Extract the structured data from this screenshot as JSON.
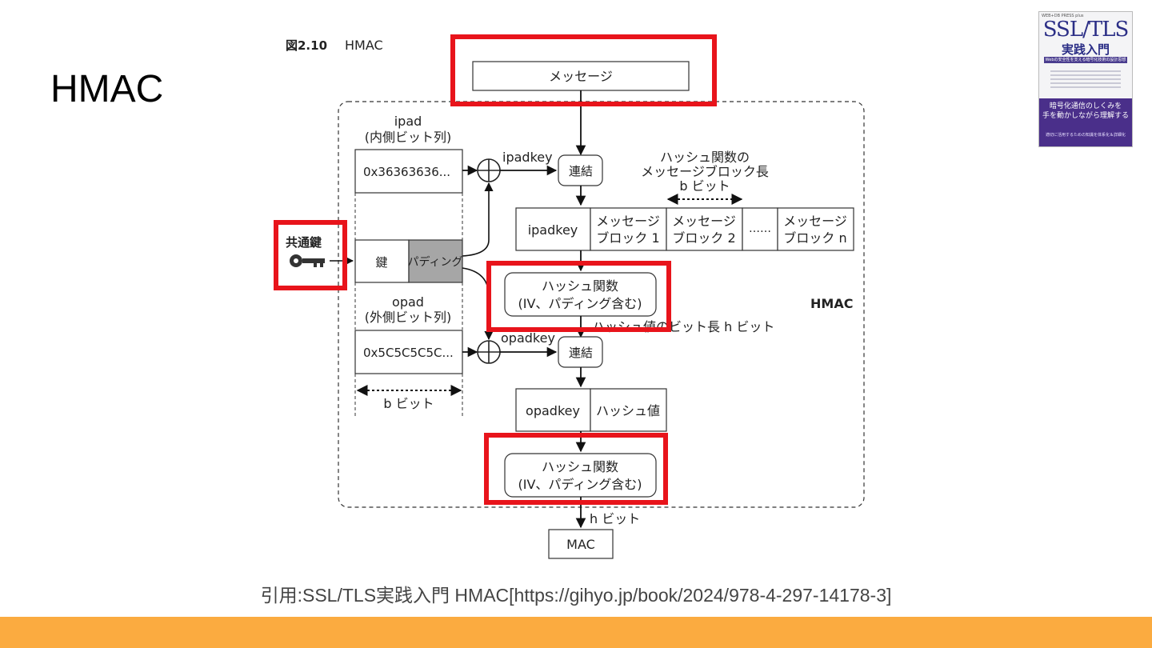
{
  "slide": {
    "title": "HMAC",
    "citation": "引用:SSL/TLS実践入門 HMAC[https://gihyo.jp/book/2024/978-4-297-14178-3]"
  },
  "book_cover": {
    "series": "WEB+DB PRESS plus",
    "title": "SSL/TLS",
    "subtitle": "実践入門",
    "tagline": "Webの安全性を支える暗号化技術の設計思想",
    "catch": "暗号化通信のしくみを\n手を動かしながら理解する",
    "desc": "適切に活用するための知識を体系化＆詳細化"
  },
  "figure": {
    "caption_num": "図2.10",
    "caption_title": "HMAC",
    "message": "メッセージ",
    "ipad_label_1": "ipad",
    "ipad_label_2": "(内側ビット列)",
    "ipad_value": "0x36363636...",
    "key_label": "共通鍵",
    "key_cell": "鍵",
    "padding_cell": "パディング",
    "opad_label_1": "opad",
    "opad_label_2": "(外側ビット列)",
    "opad_value": "0x5C5C5C5C...",
    "bbit_left": "b ビット",
    "ipadkey": "ipadkey",
    "opadkey": "opadkey",
    "concat": "連結",
    "block_len_1": "ハッシュ関数の",
    "block_len_2": "メッセージブロック長",
    "block_len_3": "b ビット",
    "row_ipadkey": "ipadkey",
    "msg_block_top": "メッセージ",
    "msg_block_1": "ブロック 1",
    "msg_block_2": "ブロック 2",
    "ellipsis": "……",
    "msg_block_n": "ブロック n",
    "hash_fn_1": "ハッシュ関数",
    "hash_fn_2": "(IV、パディング含む)",
    "hmac_label": "HMAC",
    "hash_len": "ハッシュ値のビット長 h ビット",
    "row_opadkey": "opadkey",
    "hash_value": "ハッシュ値",
    "hbit": "h ビット",
    "mac": "MAC"
  },
  "colors": {
    "highlight": "#e8141b",
    "footer": "#fbab40",
    "padding_fill": "#a6a6a6"
  }
}
